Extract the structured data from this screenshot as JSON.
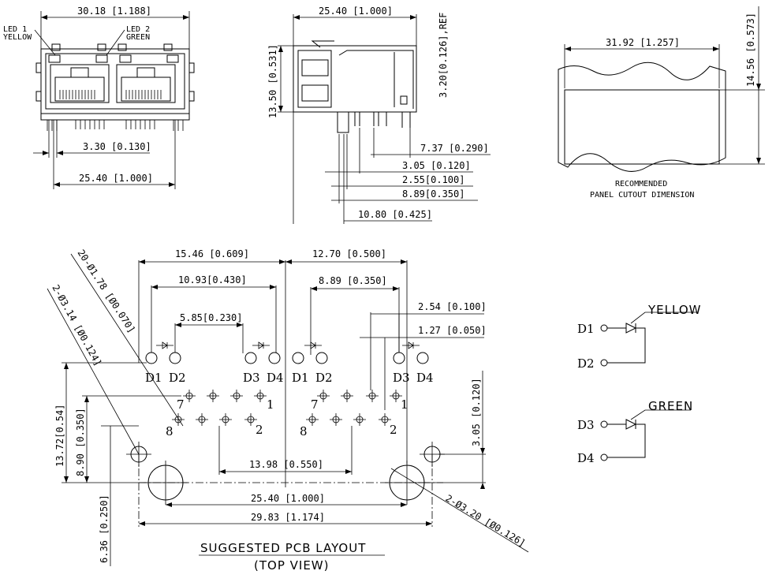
{
  "front_view": {
    "width_dim": "30.18 [1.188]",
    "led1_label_line1": "LED 1",
    "led1_label_line2": "YELLOW",
    "led2_label_line1": "LED 2",
    "led2_label_line2": "GREEN",
    "pin_pitch_dim": "3.30 [0.130]",
    "pin_span_dim": "25.40 [1.000]"
  },
  "side_view": {
    "depth_dim": "25.40 [1.000]",
    "height_dim": "13.50 [0.531]",
    "ref_dim": "3.20[0.126],REF",
    "dims": [
      "7.37 [0.290]",
      "3.05 [0.120]",
      "2.55[0.100]",
      "8.89[0.350]",
      "10.80 [0.425]"
    ]
  },
  "panel_cutout": {
    "width_dim": "31.92 [1.257]",
    "height_dim": "14.56 [0.573]",
    "caption_line1": "RECOMMENDED",
    "caption_line2": "PANEL CUTOUT DIMENSION"
  },
  "pcb_layout": {
    "top_dims": [
      "15.46 [0.609]",
      "12.70 [0.500]",
      "10.93[0.430]",
      "8.89 [0.350]",
      "5.85[0.230]",
      "2.54 [0.100]",
      "1.27 [0.050]"
    ],
    "leader_holes_small": "20-Ø1.78 [Ø0.070]",
    "leader_holes_mid": "2-Ø3.14 [Ø0.124]",
    "leader_holes_large": "2-Ø3.20 [Ø0.126]",
    "led_labels": [
      "D1",
      "D2",
      "D3",
      "D4",
      "D1",
      "D2",
      "D3",
      "D4"
    ],
    "pin_labels": [
      "7",
      "1",
      "8",
      "2",
      "7",
      "1",
      "8",
      "2"
    ],
    "left_dims": [
      "13.72[0.54]",
      "8.90 [0.350]",
      "6.36 [0.250]"
    ],
    "right_dim": "3.05 [0.120]",
    "bottom_dims": [
      "13.98 [0.550]",
      "25.40 [1.000]",
      "29.83 [1.174]"
    ],
    "title": "SUGGESTED PCB LAYOUT",
    "subtitle": "(TOP VIEW)"
  },
  "led_schematic": {
    "yellow": {
      "label": "YELLOW",
      "pins": [
        "D1",
        "D2"
      ]
    },
    "green": {
      "label": "GREEN",
      "pins": [
        "D3",
        "D4"
      ]
    }
  }
}
